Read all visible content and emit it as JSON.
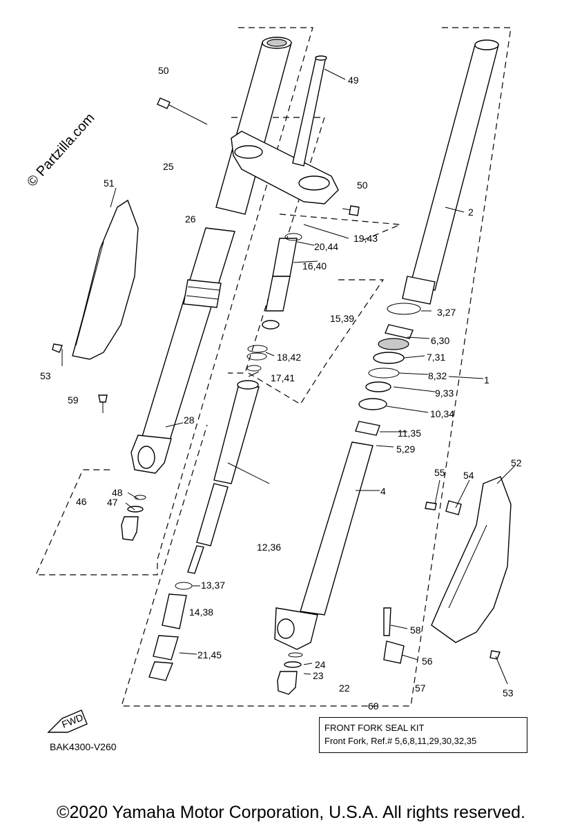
{
  "watermark": "© Partzilla.com",
  "diagram_code": "BAK4300-V260",
  "fwd_label": "FWD",
  "kit": {
    "title": "FRONT FORK SEAL KIT",
    "refs": "Front Fork, Ref.# 5,6,8,11,29,30,32,35"
  },
  "copyright": "©2020 Yamaha Motor Corporation, U.S.A. All rights reserved.",
  "callouts": {
    "c1": "1",
    "c2": "2",
    "c3_27": "3,27",
    "c4": "4",
    "c5_29": "5,29",
    "c6_30": "6,30",
    "c7_31": "7,31",
    "c8_32": "8,32",
    "c9_33": "9,33",
    "c10_34": "10,34",
    "c11_35": "11,35",
    "c12_36": "12,36",
    "c13_37": "13,37",
    "c14_38": "14,38",
    "c15_39": "15,39",
    "c16_40": "16,40",
    "c17_41": "17,41",
    "c18_42": "18,42",
    "c19_43": "19,43",
    "c20_44": "20,44",
    "c21_45": "21,45",
    "c22": "22",
    "c23": "23",
    "c24": "24",
    "c25": "25",
    "c26": "26",
    "c28": "28",
    "c46": "46",
    "c47": "47",
    "c48": "48",
    "c49": "49",
    "c50a": "50",
    "c50b": "50",
    "c51": "51",
    "c52": "52",
    "c53a": "53",
    "c53b": "53",
    "c54": "54",
    "c55": "55",
    "c56": "56",
    "c57": "57",
    "c58": "58",
    "c59": "59",
    "c60": "60"
  }
}
